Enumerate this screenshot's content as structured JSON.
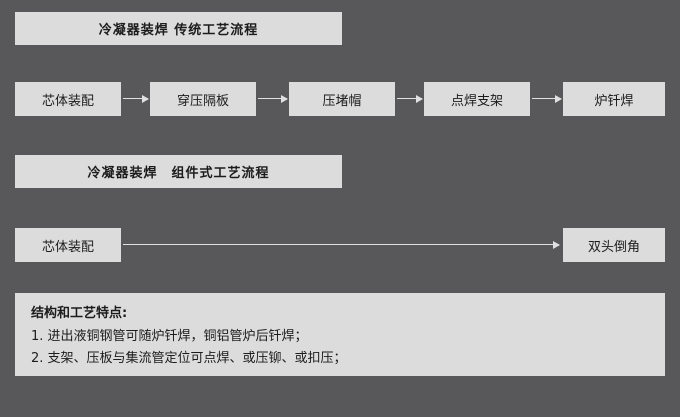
{
  "titles": {
    "traditional": "冷凝器装焊  传统工艺流程",
    "modular": "冷凝器装焊　组件式工艺流程"
  },
  "traditional_flow": {
    "steps": [
      "芯体装配",
      "穿压隔板",
      "压堵帽",
      "点焊支架",
      "炉钎焊"
    ]
  },
  "modular_flow": {
    "steps": [
      "芯体装配",
      "双头倒角"
    ]
  },
  "notes": {
    "heading": "结构和工艺特点:",
    "line1": "1. 进出液铜钢管可随炉钎焊，铜铝管炉后钎焊；",
    "line2": "2. 支架、压板与集流管定位可点焊、或压铆、或扣压；"
  },
  "colors": {
    "background": "#58585a",
    "panel": "#dcdcdc",
    "text": "#1c1c1c",
    "arrow": "#e0e0e0"
  }
}
